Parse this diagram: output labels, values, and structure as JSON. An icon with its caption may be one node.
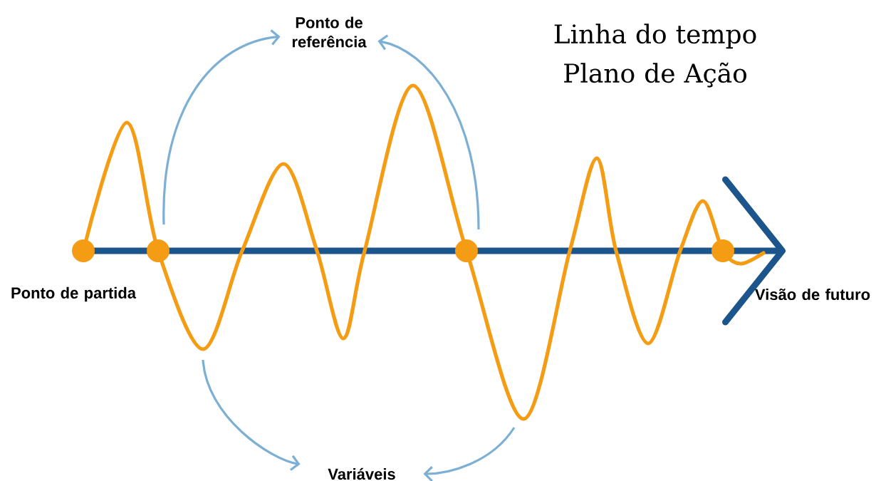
{
  "diagram": {
    "title": "Linha do tempo Plano de Ação",
    "nodes": [
      {
        "text": [
          "Ponto de referência"
        ]
      },
      {
        "text": [
          "Ponto de partida"
        ]
      },
      {
        "text": [
          "Visão de futuro"
        ]
      },
      {
        "text": [
          "Variáveis"
        ]
      }
    ],
    "edges": [
      {
        "from": null,
        "to": 0,
        "arrow": "to"
      },
      {
        "from": null,
        "to": 0,
        "arrow": "to"
      },
      {
        "from": null,
        "to": 3,
        "arrow": "to"
      },
      {
        "from": null,
        "to": 3,
        "arrow": "to"
      }
    ]
  }
}
